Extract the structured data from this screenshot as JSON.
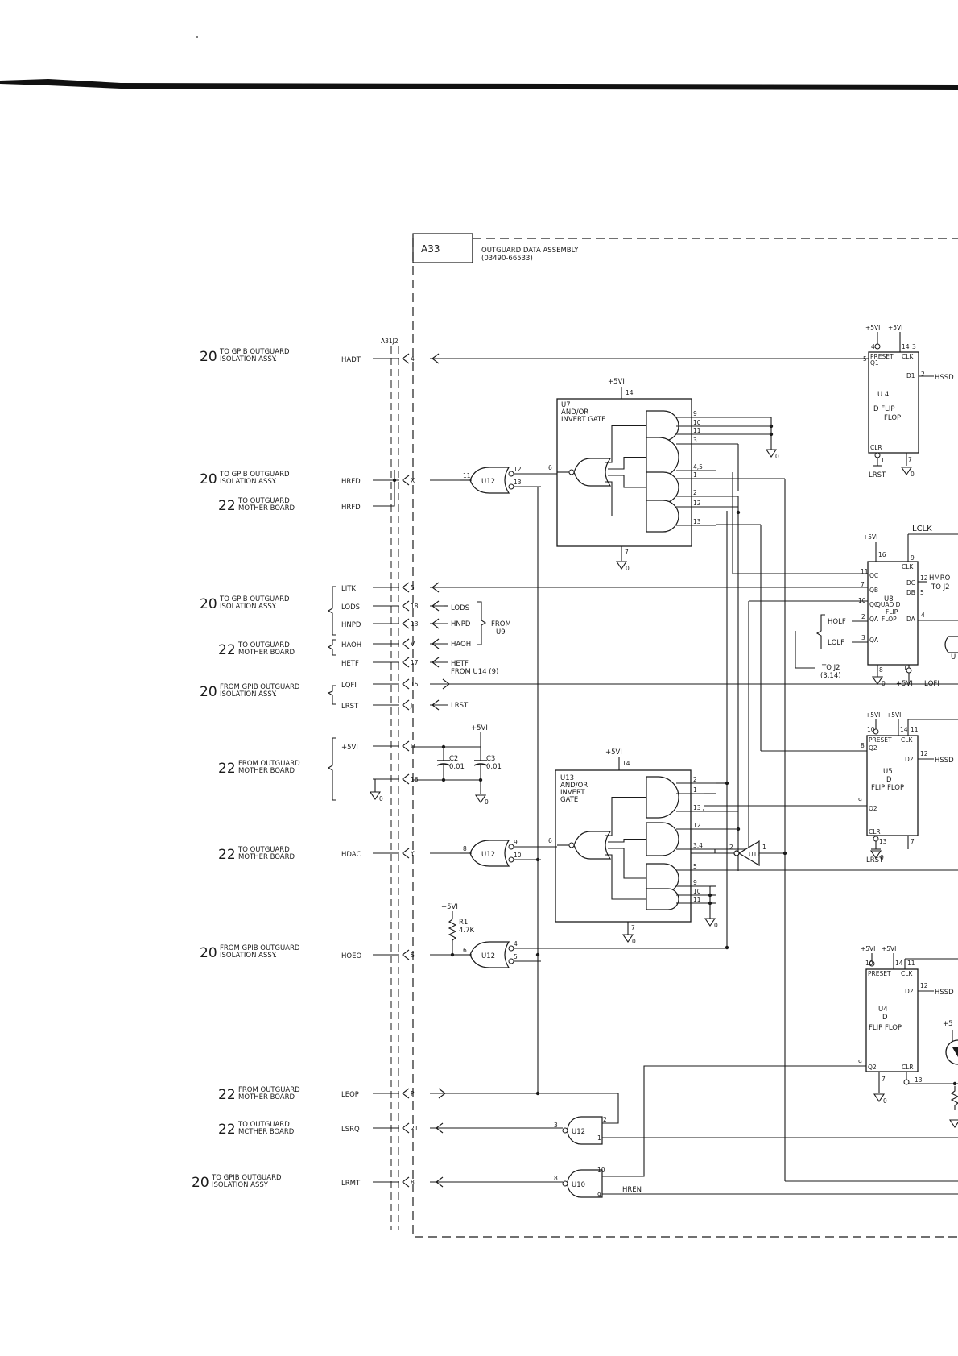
{
  "assembly": {
    "ref": "A33",
    "title": "OUTGUARD DATA ASSEMBLY",
    "part_number": "(03490-66533)",
    "connector": "A31J2"
  },
  "destinations": [
    {
      "sheet": "20",
      "line1": "TO GPIB OUTGUARD",
      "line2": "ISOLATION ASSY."
    },
    {
      "sheet": "20",
      "line1": "TO GPIB OUTGUARD",
      "line2": "ISOLATION ASSY."
    },
    {
      "sheet": "22",
      "line1": "TO OUTGUARD",
      "line2": "MOTHER BOARD"
    },
    {
      "sheet": "20",
      "line1": "TO GPIB OUTGUARD",
      "line2": "ISOLATION ASSY."
    },
    {
      "sheet": "22",
      "line1": "TO OUTGUARD",
      "line2": "MOTHER BOARD"
    },
    {
      "sheet": "20",
      "line1": "FROM GPIB OUTGUARD",
      "line2": "ISOLATION ASSY."
    },
    {
      "sheet": "22",
      "line1": "FROM OUTGUARD",
      "line2": "MOTHER BOARD"
    },
    {
      "sheet": "22",
      "line1": "TO OUTGUARD",
      "line2": "MOTHER BOARD"
    },
    {
      "sheet": "20",
      "line1": "FROM GPIB OUTGUARD",
      "line2": "ISOLATION ASSY."
    },
    {
      "sheet": "22",
      "line1": "FROM OUTGUARD",
      "line2": "MOTHER BOARD"
    },
    {
      "sheet": "22",
      "line1": "TO OUTGUARD",
      "line2": "MCTHER BOARD"
    },
    {
      "sheet": "20",
      "line1": "TO GPIB OUTGUARD",
      "line2": "ISOLATION ASSY"
    }
  ],
  "signals": [
    {
      "name": "HADT",
      "pin": "4"
    },
    {
      "name": "HRFD",
      "pin": "X"
    },
    {
      "name": "HRFD",
      "pin": ""
    },
    {
      "name": "LITK",
      "pin": "5"
    },
    {
      "name": "LODS",
      "pin": "18"
    },
    {
      "name": "HNPD",
      "pin": "13"
    },
    {
      "name": "HAOH",
      "pin": "V"
    },
    {
      "name": "HETF",
      "pin": "17"
    },
    {
      "name": "LQFI",
      "pin": "15"
    },
    {
      "name": "LRST",
      "pin": "J"
    },
    {
      "name": "+5VI",
      "pin": "U"
    },
    {
      "name": "",
      "pin": "16"
    },
    {
      "name": "HDAC",
      "pin": "Y"
    },
    {
      "name": "HOEO",
      "pin": "S"
    },
    {
      "name": "LEOP",
      "pin": "P"
    },
    {
      "name": "LSRQ",
      "pin": "21"
    },
    {
      "name": "LRMT",
      "pin": "8"
    }
  ],
  "inputs_from_u9": {
    "lods": "LODS",
    "hnpd": "HNPD",
    "haoh": "HAOH",
    "from": "FROM",
    "u9": "U9",
    "hetf": "HETF",
    "hetf_from": "FROM U14 (9)",
    "lrst": "LRST"
  },
  "capacitors": {
    "supply": "+5VI",
    "c2": "C2",
    "c2_val": "0.01",
    "c3": "C3",
    "c3_val": "0.01"
  },
  "resistor": {
    "supply": "+5VI",
    "ref": "R1",
    "value": "4.7K"
  },
  "u7": {
    "name": "U7",
    "line1": "AND/OR",
    "line2": "INVERT GATE",
    "supply": "+5VI",
    "vcc_pin": "14",
    "gnd_pin": "7",
    "pins": [
      "9",
      "10",
      "11",
      "3",
      "4,5",
      "1",
      "2",
      "12",
      "13"
    ],
    "out_pin": "6"
  },
  "u13": {
    "name": "U13",
    "line1": "AND/OR",
    "line2": "INVERT",
    "line3": "GATE",
    "supply": "+5VI",
    "vcc_pin": "14",
    "gnd_pin": "7",
    "pins": [
      "2",
      "1",
      "13",
      "12",
      "3,4",
      "5",
      "9",
      "10",
      "11"
    ],
    "out_pin": "6"
  },
  "u12_gates": [
    {
      "name": "U12",
      "in": "11",
      "a": "12",
      "b": "13"
    },
    {
      "name": "U12",
      "in": "8",
      "a": "9",
      "b": "10"
    },
    {
      "name": "U12",
      "in": "6",
      "a": "4",
      "b": "5"
    },
    {
      "name": "U12",
      "in": "3",
      "a": "2",
      "b": "1"
    }
  ],
  "u10_gate": {
    "name": "U10",
    "in": "8",
    "a": "10",
    "b": "9",
    "signal": "HREN"
  },
  "u11_inverter": {
    "name": "U11",
    "in": "1",
    "out": "2"
  },
  "u4_top": {
    "supply1": "+5VI",
    "supply2": "+5VI",
    "pin_a": "4",
    "pin_b": "14",
    "pin_c": "3",
    "preset": "PRESET",
    "clk": "CLK",
    "q_pin": "5",
    "q": "Q1",
    "d": "D1",
    "d_pin": "2",
    "d_signal": "HSSD",
    "name": "U 4",
    "type1": "D FLIP",
    "type2": "FLOP",
    "clr": "CLR",
    "clr_pin": "1",
    "gnd_pin": "7",
    "clr_signal": "LRST"
  },
  "u8": {
    "supply": "+5VI",
    "vcc_pin": "16",
    "clk_signal": "LCLK",
    "clk_pin": "9",
    "clk": "CLK",
    "qc_pin": "11",
    "qc": "QC",
    "dc": "DC",
    "out_pin": "12",
    "out_signal": "HMRO",
    "out_to": "TO J2",
    "qb_pin": "7",
    "qb": "QB",
    "db": "DB",
    "db_pin": "5",
    "u8": "U8",
    "qc2_pin": "10",
    "qc2": "QC",
    "quad": "QUAD D",
    "flip": "FLIP",
    "flop": "FLOP",
    "da": "DA",
    "da_pin": "4",
    "hqlf": "HQLF",
    "hqlf_pin": "2",
    "qa": "QA",
    "lqlf": "LQLF",
    "lqlf_pin": "3",
    "qa_bar": "QA",
    "to_j2": "TO J2",
    "to_j2_pins": "(3,14)",
    "gnd_pin": "8",
    "pin1": "1",
    "pin_supply": "+5VI",
    "lqfi": "LQFI",
    "u_partial": "U"
  },
  "u5": {
    "supply1": "+5VI",
    "supply2": "+5VI",
    "pin_a": "10",
    "pin_b": "14",
    "pin_c": "11",
    "preset": "PRESET",
    "clk": "CLK",
    "q2bar_pin": "8",
    "q2bar": "Q2",
    "d2": "D2",
    "d2_pin": "12",
    "d2_signal": "HSSD",
    "name": "U5",
    "type0": "D",
    "type1": "FLIP FLOP",
    "q2_pin": "9",
    "q2": "Q2",
    "clr": "CLR",
    "clr_pin": "13",
    "gnd_pin": "7",
    "clr_signal": "LRST"
  },
  "u4_bottom": {
    "supply1": "+5VI",
    "supply2": "+5VI",
    "pin_a": "10",
    "pin_b": "14",
    "pin_c": "11",
    "preset": "PRESET",
    "clk": "CLK",
    "d2": "D2",
    "d2_pin": "12",
    "d2_signal": "HSSD",
    "name": "U4",
    "type0": "D",
    "type1": "FLIP FLOP",
    "q2_pin": "9",
    "q2": "Q2",
    "clr": "CLR",
    "gnd_pin": "7",
    "clr_pin": "13",
    "supply_partial": "+5"
  },
  "ground_symbol": "0"
}
